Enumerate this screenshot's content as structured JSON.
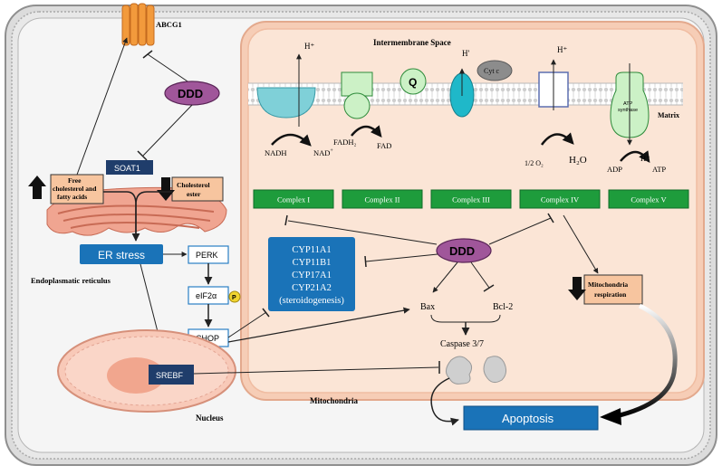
{
  "labels": {
    "abcg1": "ABCG1",
    "ddd_top": "DDD",
    "ddd_mito": "DDD",
    "soat1": "SOAT1",
    "free_chol": [
      "Free",
      "cholesterol and",
      "fatty acids"
    ],
    "chol_ester": [
      "Cholesterol",
      "ester"
    ],
    "er_stress": "ER stress",
    "er_label": "Endoplasmatic reticulus",
    "perk": "PERK",
    "eif2a": "eIF2α",
    "phospho": "P",
    "chop": "CHOP",
    "srebf": "SREBF",
    "nucleus": "Nucleus",
    "intermembrane": "Intermembrane Space",
    "matrix": "Matrix",
    "mitochondria": "Mitochondria",
    "q": "Q",
    "cytc": "Cyt c",
    "atp_synthase": [
      "ATP",
      "synthase"
    ],
    "h_plus": "H⁺",
    "h_prime": "H'",
    "nadh": "NADH",
    "nad": "NAD",
    "nad_sup": "+",
    "fadh2": "FADH₂",
    "fad": "FAD",
    "half_o2": "1/2 O₂",
    "h2o": "H₂O",
    "adp": "ADP",
    "atp": "ATP",
    "bax": "Bax",
    "bcl2": "Bcl-2",
    "caspase": "Caspase 3/7",
    "mito_resp": [
      "Mitochondria",
      "respiration"
    ],
    "apoptosis": "Apoptosis"
  },
  "complexes": [
    "Complex I",
    "Complex II",
    "Complex III",
    "Complex IV",
    "Complex V"
  ],
  "cyp_genes": [
    "CYP11A1",
    "CYP11B1",
    "CYP17A1",
    "CYP21A2",
    "(steroidogenesis)"
  ],
  "colors": {
    "ddd": "#a0569a",
    "navy_box": "#1f3d6b",
    "blue_box": "#1a73b8",
    "complex_green": "#1e9c3c",
    "peach": "#f7c59f",
    "mito_inner": "#fbe3d3",
    "membrane_teal": "#7fd0d8",
    "light_green": "#ccf1c6"
  }
}
